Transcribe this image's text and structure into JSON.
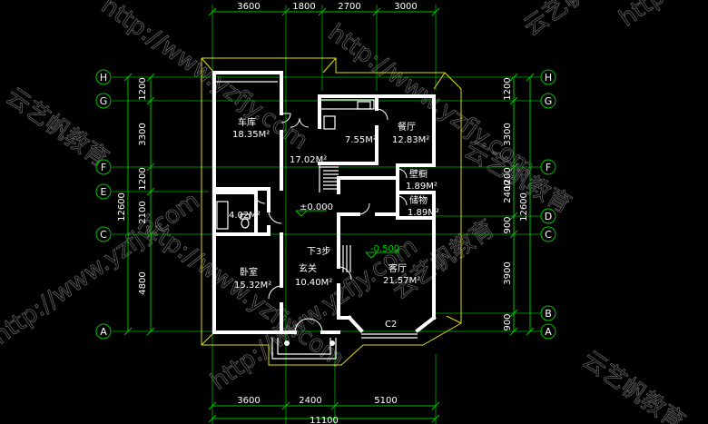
{
  "top_dims": [
    "3600",
    "1800",
    "2700",
    "3000"
  ],
  "bottom_dims": [
    "3600",
    "2400",
    "5100"
  ],
  "bottom_total": "11100",
  "left_dims": [
    "1200",
    "3300",
    "1200",
    "2100",
    "4800"
  ],
  "left_total": "12600",
  "right_dims": [
    "1200",
    "3300",
    "1200",
    "2400",
    "900",
    "3900",
    "900"
  ],
  "right_total": "12600",
  "left_axes": [
    "H",
    "G",
    "F",
    "E",
    "C",
    "A"
  ],
  "right_axes": [
    "H",
    "G",
    "F",
    "D",
    "C",
    "B",
    "A"
  ],
  "rooms": {
    "garage": {
      "name": "车库",
      "area": "18.35M²"
    },
    "hall": {
      "area": "17.02M²"
    },
    "kitchen": {
      "area": "7.55M²"
    },
    "dining": {
      "name": "餐厅",
      "area": "12.83M²"
    },
    "pantry": {
      "name": "壁橱",
      "area": "1.89M²"
    },
    "storage": {
      "name": "储物",
      "area": "1.89M²"
    },
    "bath": {
      "area": "4.02M²"
    },
    "bedroom": {
      "name": "卧室",
      "area": "15.32M²"
    },
    "foyer": {
      "name": "玄关",
      "area": "10.40M²"
    },
    "living": {
      "name": "客厅",
      "area": "21.57M²"
    }
  },
  "labels": {
    "level_zero": "±0.000",
    "level_down": "-0.500",
    "steps": "下3步",
    "window_c2": "C2"
  },
  "watermarks": [
    "云艺帆教育",
    "http://www.yzfjy.com"
  ],
  "colors": {
    "background": "#000000",
    "wall": "#ffffff",
    "dim_line": "#00c000",
    "outline": "#e0e000",
    "axis_circle": "#00c000"
  }
}
